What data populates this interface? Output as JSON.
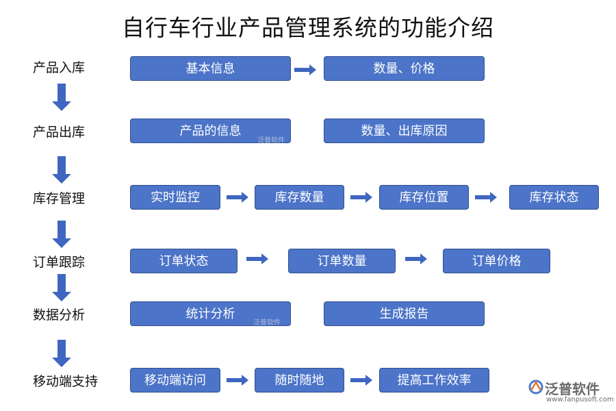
{
  "title": "自行车行业产品管理系统的功能介绍",
  "categories": [
    {
      "label": "产品入库",
      "boxes": [
        "基本信息",
        "数量、价格"
      ]
    },
    {
      "label": "产品出库",
      "boxes": [
        "产品的信息",
        "数量、出库原因"
      ]
    },
    {
      "label": "库存管理",
      "boxes": [
        "实时监控",
        "库存数量",
        "库存位置",
        "库存状态"
      ]
    },
    {
      "label": "订单跟踪",
      "boxes": [
        "订单状态",
        "订单数量",
        "订单价格"
      ]
    },
    {
      "label": "数据分析",
      "boxes": [
        "统计分析",
        "生成报告"
      ]
    },
    {
      "label": "移动端支持",
      "boxes": [
        "移动端访问",
        "随时随地",
        "提高工作效率"
      ]
    }
  ],
  "watermark": {
    "small": "泛普软件"
  },
  "logo": {
    "brand": "泛普软件",
    "url": "www.fanpusoft.com"
  },
  "colors": {
    "box": "#4c74c8",
    "arrow": "#3f66c0"
  }
}
